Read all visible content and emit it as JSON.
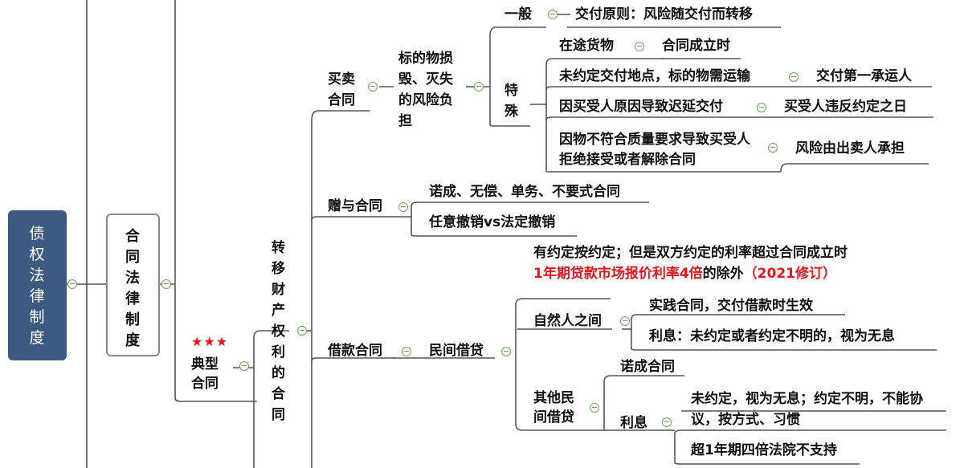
{
  "root": {
    "label": "债权法律制度",
    "bg": "#3c5a82"
  },
  "level2": {
    "label": "合同法律制度"
  },
  "typical": {
    "stars": "★★★",
    "label": "典型合同"
  },
  "transfer": {
    "label": "转移财产权利的合同"
  },
  "sale": {
    "label": "买卖合同",
    "risk": "标的物损毁、灭失的风险负担",
    "general": {
      "label": "一般",
      "value": "交付原则：风险随交付而转移"
    },
    "special": {
      "label": "特殊",
      "items": [
        {
          "cond": "在途货物",
          "result": "合同成立时"
        },
        {
          "cond": "未约定交付地点，标的物需运输",
          "result": "交付第一承运人"
        },
        {
          "cond": "因买受人原因导致迟延交付",
          "result": "买受人违反约定之日"
        },
        {
          "cond": "因物不符合质量要求导致买受人拒绝接受或者解除合同",
          "result": "风险由出卖人承担"
        }
      ]
    }
  },
  "gift": {
    "label": "赠与合同",
    "items": [
      "诺成、无偿、单务、不要式合同",
      "任意撤销vs法定撤销"
    ]
  },
  "loan": {
    "label": "借款合同",
    "note1": "有约定按约定；但是双方约定的利率超过合同成立时",
    "note2_red": "1年期贷款市场报价利率4倍",
    "note2_mid": "的除外",
    "note2_red2": "（2021修订）",
    "private": {
      "label": "民间借贷",
      "natural": {
        "label": "自然人之间",
        "items": [
          "实践合同，交付借款时生效",
          "利息：未约定或者约定不明的，视为无息"
        ]
      },
      "other": {
        "label": "其他民间借贷",
        "promissory": "诺成合同",
        "interest": {
          "label": "利息",
          "items": [
            "未约定，视为无息；约定不明，不能协议，按方式、习惯",
            "超1年期四倍法院不支持"
          ]
        }
      }
    }
  },
  "colors": {
    "line": "#555555",
    "toggle": "#6aa84f",
    "red": "#e8141c",
    "root_bg": "#3c5a82"
  }
}
